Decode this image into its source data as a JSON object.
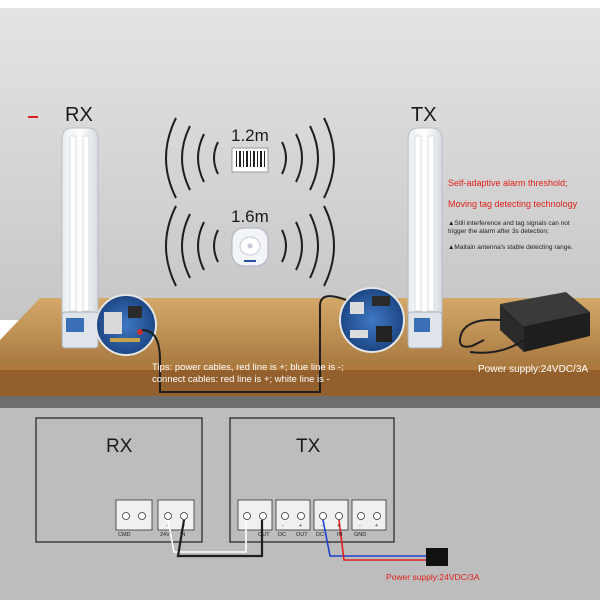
{
  "labels": {
    "rx_top": "RX",
    "tx_top": "TX",
    "distance_label": "1.2m",
    "distance_tag": "1.6m",
    "feature_1": "Self-adaptive alarm threshold;",
    "feature_2": "Moving tag detecting technology",
    "note_1": "▲Still interference and tag signals can not trigger the alarm after 3s detection;",
    "note_2": "▲Maitain antenna's stable detecting range.",
    "tips_line1": "Tips: power cables, red line is +; blue line is -;",
    "tips_line2": "connect cables: red line is +; white line is -",
    "supply_top": "Power supply:24VDC/3A",
    "rx_box": "RX",
    "tx_box": "TX",
    "supply_bottom": "Power supply:24VDC/3A"
  },
  "terminals": {
    "rx_cmd": "CMD",
    "rx_24v": "24V",
    "rx_in": "IN",
    "tx_out_left": "OUT",
    "tx_out_right": "OUT",
    "tx_dc": "DC",
    "tx_dc2": "DC",
    "tx_in": "IN",
    "tx_gnd": "GND",
    "minus": "-",
    "plus": "+"
  },
  "colors": {
    "wall": "#d2d2d2",
    "floor": "#c29456",
    "floor_edge": "#8a5a28",
    "lower_panel": "#bdbdbd",
    "red_text": "#e0201a",
    "wire": "#1e1e1e",
    "wire_red": "#e02020",
    "wire_blue": "#2040d0"
  }
}
